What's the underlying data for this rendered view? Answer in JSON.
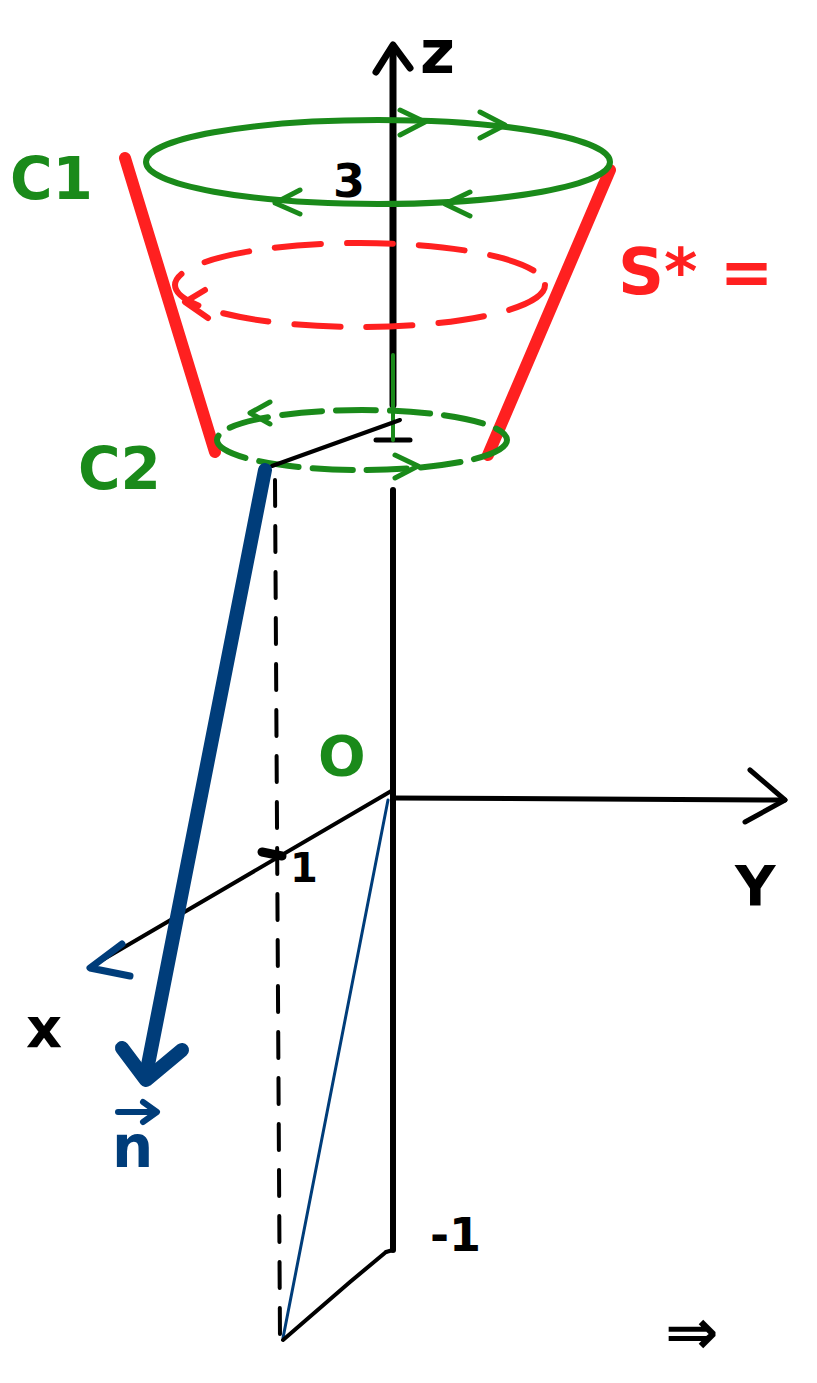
{
  "diagram": {
    "labels": [
      "z",
      "C1",
      "3",
      "S* =",
      "C2",
      "O",
      "1",
      "Y",
      "x",
      "n",
      "-1",
      "⇒"
    ]
  }
}
